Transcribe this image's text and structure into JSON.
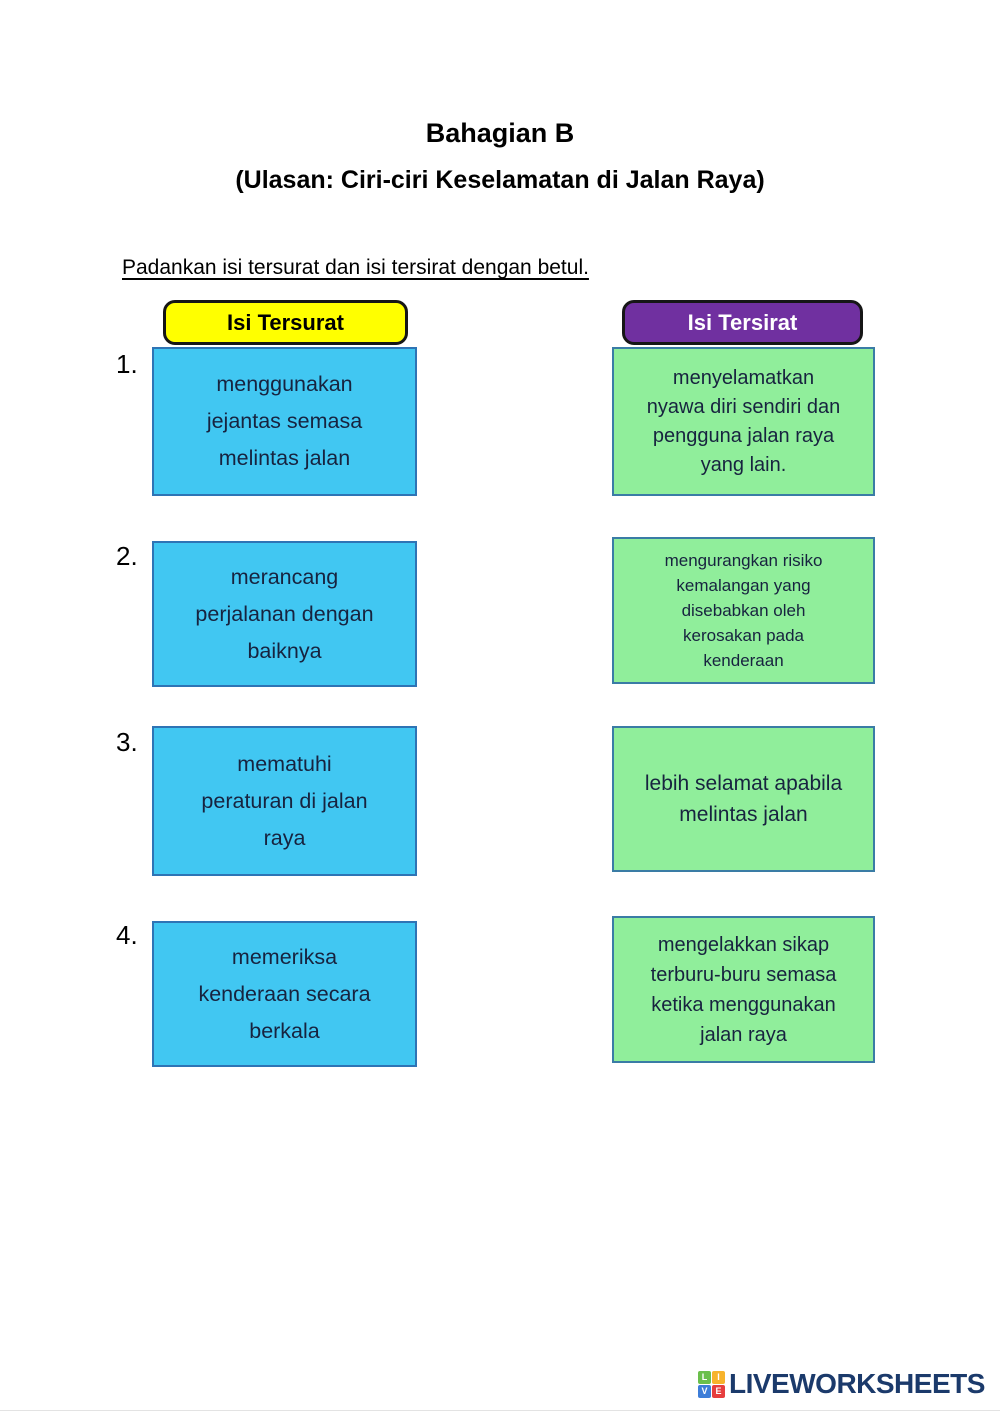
{
  "page": {
    "title": "Bahagian B",
    "subtitle": "(Ulasan: Ciri-ciri Keselamatan di Jalan Raya)",
    "instruction": "Padankan isi tersurat dan isi tersirat dengan betul."
  },
  "columns": {
    "left_header": "Isi Tersurat",
    "right_header": "Isi Tersirat"
  },
  "rows": [
    {
      "number": "1.",
      "tersurat": "menggunakan\njejantas semasa\nmelintas jalan",
      "tersirat": "menyelamatkan\nnyawa diri sendiri dan\npengguna jalan raya\nyang lain."
    },
    {
      "number": "2.",
      "tersurat": "merancang\nperjalanan dengan\nbaiknya",
      "tersirat": "mengurangkan risiko\nkemalangan yang\ndisebabkan oleh\nkerosakan pada\nkenderaan"
    },
    {
      "number": "3.",
      "tersurat": "mematuhi\nperaturan di jalan\nraya",
      "tersirat": "lebih selamat apabila\nmelintas jalan"
    },
    {
      "number": "4.",
      "tersurat": "memeriksa\nkenderaan secara\nberkala",
      "tersirat": "mengelakkan sikap\nterburu-buru semasa\nketika menggunakan\njalan raya"
    }
  ],
  "colors": {
    "tersurat_box_fill": "#41c7f2",
    "tersurat_box_border": "#2e74b5",
    "tersirat_box_fill": "#90ee9b",
    "tersirat_box_border": "#3a7ca5",
    "header_left_fill": "#ffff00",
    "header_right_fill": "#7030a0",
    "box_text": "#17233f",
    "brand_navy": "#1b3a6b"
  },
  "footer": {
    "brand": "LIVEWORKSHEETS",
    "logo_letters": [
      "L",
      "I",
      "V",
      "E"
    ]
  }
}
